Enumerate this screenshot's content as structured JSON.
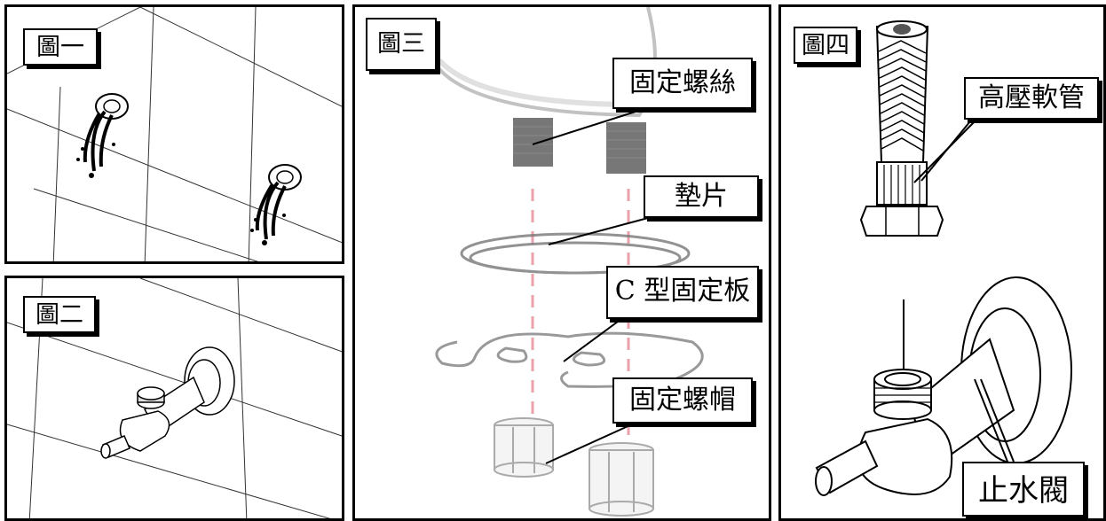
{
  "panels": {
    "fig1": {
      "label": "圖一"
    },
    "fig2": {
      "label": "圖二"
    },
    "fig3": {
      "label": "圖三",
      "callouts": {
        "screw": "固定螺絲",
        "washer": "墊片",
        "c_plate": "C 型固定板",
        "nut": "固定螺帽"
      }
    },
    "fig4": {
      "label": "圖四",
      "callouts": {
        "hose": "高壓軟管",
        "valve": "止水閥"
      }
    }
  },
  "icons": [
    "wall-hole-icon",
    "angle-valve-icon",
    "braided-hose-icon",
    "screw-icon",
    "washer-icon",
    "c-plate-icon",
    "nut-icon"
  ]
}
